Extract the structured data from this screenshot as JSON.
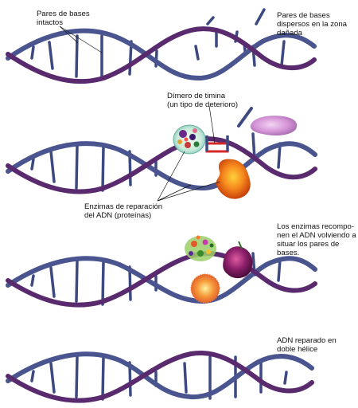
{
  "panels": [
    {
      "id": "damaged",
      "labels": {
        "intact_pairs": [
          "Pares de bases",
          "intactos"
        ],
        "dispersed_pairs": [
          "Pares de bases",
          "dispersos en la zona",
          "dañada"
        ]
      }
    },
    {
      "id": "detection",
      "labels": {
        "thymine_dimer": [
          "Dímero de timina",
          "(un tipo de deterioro)"
        ],
        "repair_enzymes": [
          "Enzimas de reparación",
          "del ADN (proteínas)"
        ]
      }
    },
    {
      "id": "repair",
      "labels": {
        "enzymes_recompose": [
          "Los enzimas recompo-",
          "nen el ADN volviendo a",
          "situar los pares de",
          "bases."
        ]
      }
    },
    {
      "id": "repaired",
      "labels": {
        "repaired_dna": [
          "ADN reparado en",
          "doble hélice"
        ]
      }
    }
  ],
  "colors": {
    "strand_purple": "#5a2a6e",
    "strand_blue": "#4a5590",
    "base_pair": "#3d4a82",
    "dimer": "#d62828",
    "enzyme_green": "#6ab04c",
    "enzyme_orange": "#f07a1a",
    "enzyme_purple": "#7a1f5f",
    "enzyme_pink": "#d890d8"
  }
}
